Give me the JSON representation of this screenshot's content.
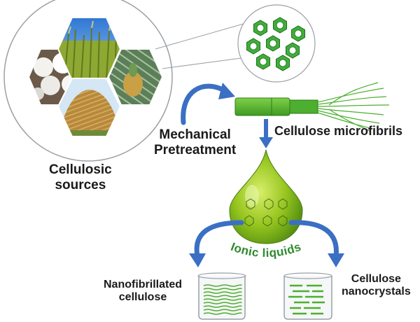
{
  "labels": {
    "cellulosic_sources": [
      "Cellulosic",
      "sources"
    ],
    "mechanical_pretreatment": [
      "Mechanical",
      "Pretreatment"
    ],
    "cellulose_microfibrils": "Cellulose microfibrils",
    "ionic_liquids": "Ionic liquids",
    "nanofibrillated_cellulose": [
      "Nanofibrillated",
      "cellulose"
    ],
    "cellulose_nanocrystals": [
      "Cellulose",
      "nanocrystals"
    ]
  },
  "colors": {
    "arrow_blue": "#3a6fc4",
    "fibril_green": "#4caf2f",
    "droplet_green": "#8fc21e",
    "ionic_text_green": "#2e8b2e",
    "circle_outline": "#9aa0a6"
  },
  "icons": {
    "sources": [
      "cotton-photo",
      "grass-photo",
      "pineapple-photo",
      "hay-photo"
    ],
    "lattice": "cellulose-lattice-icon"
  }
}
